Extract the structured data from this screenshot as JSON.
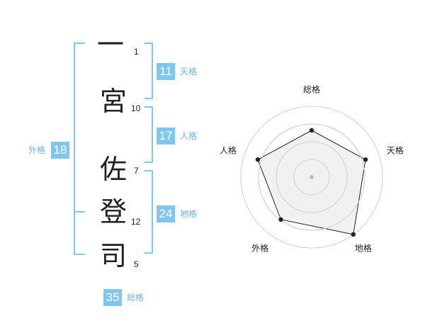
{
  "name": {
    "characters": [
      {
        "char": "一",
        "strokes": "1"
      },
      {
        "char": "宮",
        "strokes": "10"
      },
      {
        "char": "佐",
        "strokes": "7"
      },
      {
        "char": "登",
        "strokes": "12"
      },
      {
        "char": "司",
        "strokes": "5"
      }
    ]
  },
  "scores": {
    "tenkaku": {
      "value": "11",
      "label": "天格"
    },
    "jinkaku": {
      "value": "17",
      "label": "人格"
    },
    "chikaku": {
      "value": "24",
      "label": "地格"
    },
    "gaikaku": {
      "value": "18",
      "label": "外格"
    },
    "soukaku": {
      "value": "35",
      "label": "総格"
    }
  },
  "colors": {
    "accent": "#7fc6f1",
    "accent_text": "#6db6e4",
    "plot_fill": "#eeeeee",
    "ring": "#d0d0d0"
  },
  "chart_data": {
    "type": "radar",
    "axes": [
      "総格",
      "天格",
      "地格",
      "外格",
      "人格"
    ],
    "values": [
      0.66,
      0.8,
      1.0,
      0.74,
      0.8
    ],
    "rings": 4,
    "ring_fractions": [
      0.25,
      0.5,
      0.75,
      1.0
    ]
  }
}
